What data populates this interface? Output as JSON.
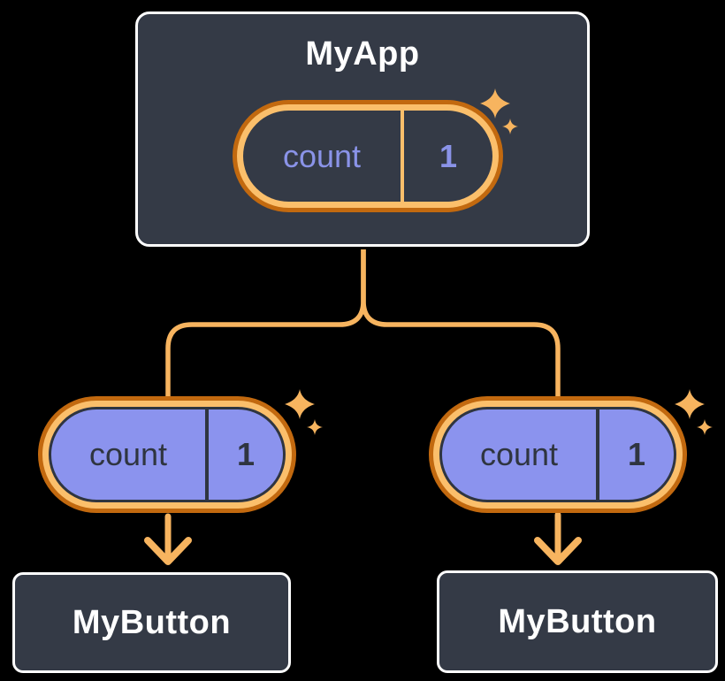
{
  "colors": {
    "background": "#000000",
    "node_bg": "#343A46",
    "node_border": "#FFFFFF",
    "pill_fill_purple": "#8B93EE",
    "pill_text_dark": "#2F3540",
    "pill_text_purple": "#8A93E8",
    "ring_outer_orange": "#C2690F",
    "ring_inner_orange": "#FBBF6B",
    "connector_orange": "#F7B45F",
    "text_light": "#FFFFFF"
  },
  "app": {
    "title": "MyApp",
    "state_pill": {
      "name": "count",
      "value": "1"
    }
  },
  "branches": {
    "left": {
      "pill": {
        "name": "count",
        "value": "1"
      },
      "component": "MyButton"
    },
    "right": {
      "pill": {
        "name": "count",
        "value": "1"
      },
      "component": "MyButton"
    }
  }
}
